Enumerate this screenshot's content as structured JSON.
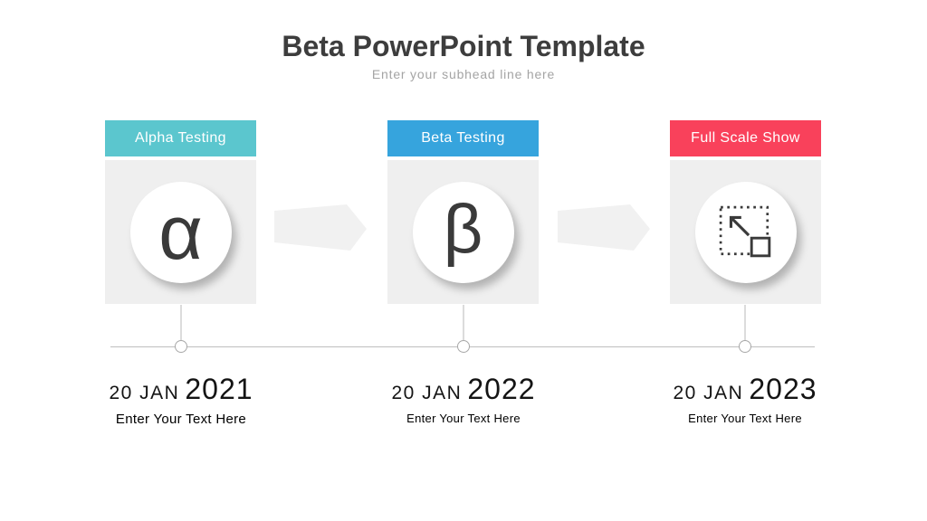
{
  "slide": {
    "title": "Beta PowerPoint Template",
    "subtitle": "Enter your subhead line here"
  },
  "colors": {
    "teal_header": "#5BC6CE",
    "blue_header": "#36A4DD",
    "red_header": "#F9415B",
    "card_body": "#EFEFEF",
    "flow_arrow": "#F1F1F1",
    "title_text": "#3D3D3D",
    "subtitle_text": "#A4A4A4",
    "icon_stroke": "#3A3A3A",
    "timeline_line": "#BFBFBF"
  },
  "stages": [
    {
      "label": "Alpha Testing",
      "header_color": "#5BC6CE",
      "icon": "alpha-symbol-icon",
      "glyph": "α",
      "date_prefix": "20 JAN",
      "year": "2021",
      "caption": "Enter Your Text Here"
    },
    {
      "label": "Beta Testing",
      "header_color": "#36A4DD",
      "icon": "beta-symbol-icon",
      "glyph": "β",
      "date_prefix": "20 JAN",
      "year": "2022",
      "caption": "Enter Your Text Here"
    },
    {
      "label": "Full Scale Show",
      "header_color": "#F9415B",
      "icon": "scale-resize-icon",
      "glyph": "",
      "date_prefix": "20 JAN",
      "year": "2023",
      "caption": "Enter Your Text Here"
    }
  ]
}
